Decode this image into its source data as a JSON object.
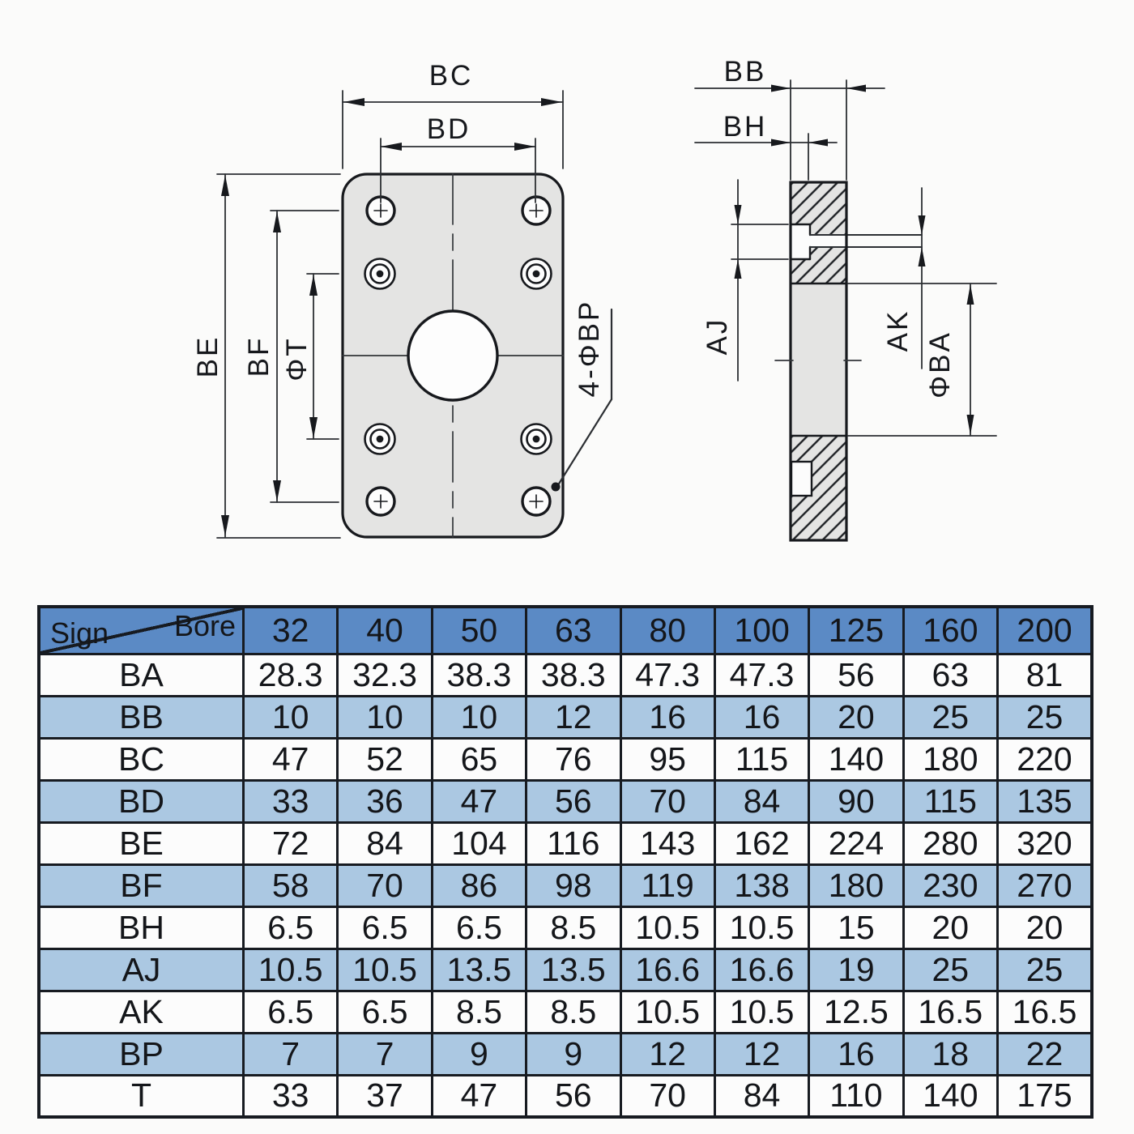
{
  "drawing": {
    "front_view": {
      "labels": {
        "bc": "BC",
        "bd": "BD",
        "be": "BE",
        "bf": "BF",
        "phi_t": "ΦT",
        "holes": "4-ΦBP"
      }
    },
    "side_view": {
      "labels": {
        "bb": "BB",
        "bh": "BH",
        "aj": "AJ",
        "ak": "AK",
        "phi_ba": "ΦBA"
      }
    }
  },
  "table": {
    "corner": {
      "sign": "Sign",
      "bore": "Bore"
    },
    "bores": [
      "32",
      "40",
      "50",
      "63",
      "80",
      "100",
      "125",
      "160",
      "200"
    ],
    "rows": [
      {
        "sign": "BA",
        "values": [
          "28.3",
          "32.3",
          "38.3",
          "38.3",
          "47.3",
          "47.3",
          "56",
          "63",
          "81"
        ]
      },
      {
        "sign": "BB",
        "values": [
          "10",
          "10",
          "10",
          "12",
          "16",
          "16",
          "20",
          "25",
          "25"
        ]
      },
      {
        "sign": "BC",
        "values": [
          "47",
          "52",
          "65",
          "76",
          "95",
          "115",
          "140",
          "180",
          "220"
        ]
      },
      {
        "sign": "BD",
        "values": [
          "33",
          "36",
          "47",
          "56",
          "70",
          "84",
          "90",
          "115",
          "135"
        ]
      },
      {
        "sign": "BE",
        "values": [
          "72",
          "84",
          "104",
          "116",
          "143",
          "162",
          "224",
          "280",
          "320"
        ]
      },
      {
        "sign": "BF",
        "values": [
          "58",
          "70",
          "86",
          "98",
          "119",
          "138",
          "180",
          "230",
          "270"
        ]
      },
      {
        "sign": "BH",
        "values": [
          "6.5",
          "6.5",
          "6.5",
          "8.5",
          "10.5",
          "10.5",
          "15",
          "20",
          "20"
        ]
      },
      {
        "sign": "AJ",
        "values": [
          "10.5",
          "10.5",
          "13.5",
          "13.5",
          "16.6",
          "16.6",
          "19",
          "25",
          "25"
        ]
      },
      {
        "sign": "AK",
        "values": [
          "6.5",
          "6.5",
          "8.5",
          "8.5",
          "10.5",
          "10.5",
          "12.5",
          "16.5",
          "16.5"
        ]
      },
      {
        "sign": "BP",
        "values": [
          "7",
          "7",
          "9",
          "9",
          "12",
          "12",
          "16",
          "18",
          "22"
        ]
      },
      {
        "sign": "T",
        "values": [
          "33",
          "37",
          "47",
          "56",
          "70",
          "84",
          "110",
          "140",
          "175"
        ]
      }
    ],
    "colors": {
      "header_bg": "#5b8ac5",
      "alt_row_bg": "#abc8e2",
      "row_bg": "#fcfcfc",
      "border": "#171b21"
    }
  }
}
